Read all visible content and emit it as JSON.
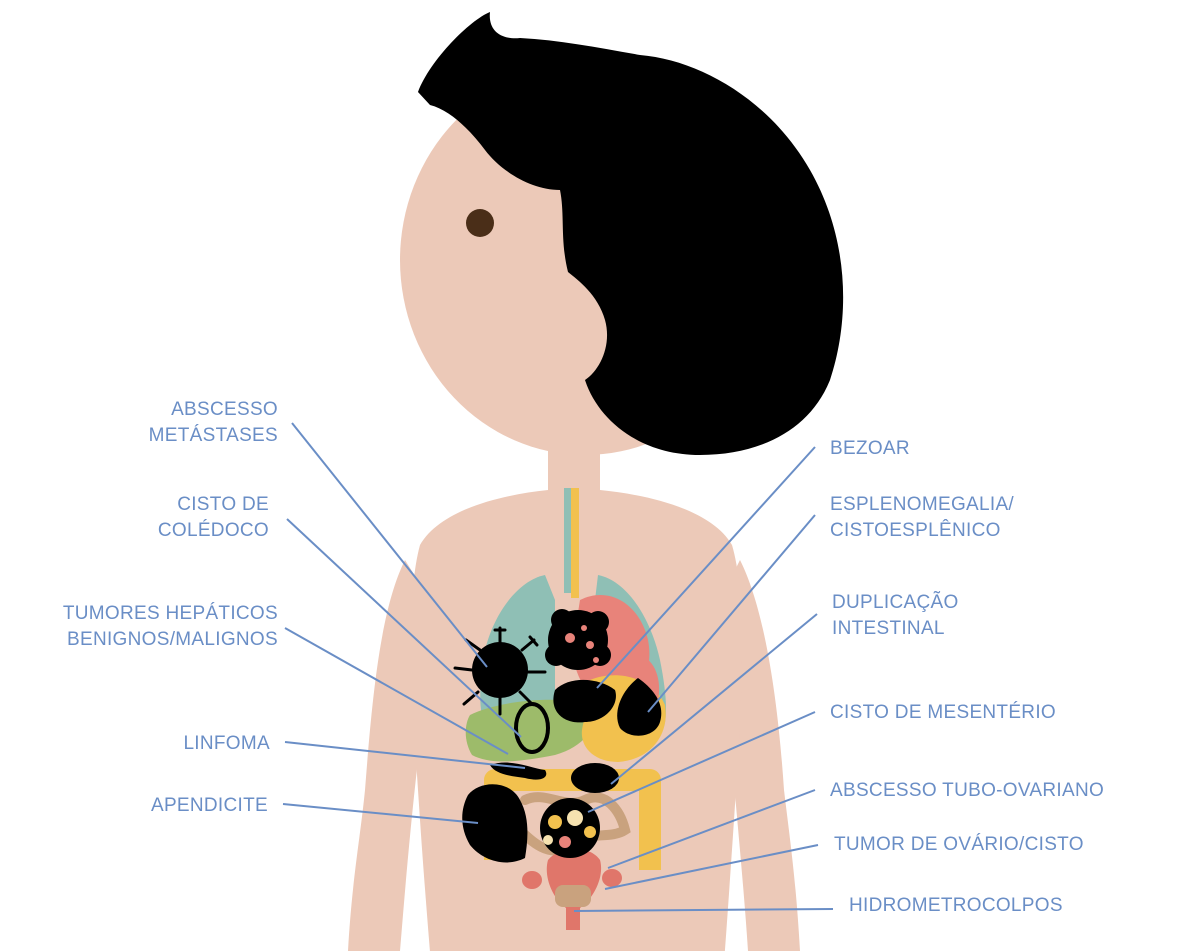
{
  "left_labels": {
    "abscesso": {
      "line1": "ABSCESSO",
      "line2": "METÁSTASES"
    },
    "colEdoco": {
      "line1": "CISTO DE",
      "line2": "COLÉDOCO"
    },
    "tumores": {
      "line1": "TUMORES HEPÁTICOS",
      "line2": "BENIGNOS/MALIGNOS"
    },
    "linfoma": "LINFOMA",
    "apendicite": "APENDICITE"
  },
  "right_labels": {
    "bezoar": "BEZOAR",
    "esplen": {
      "line1": "ESPLENOMEGALIA/",
      "line2": "CISTOESPLÊNICO"
    },
    "duplic": {
      "line1": "DUPLICAÇÃO",
      "line2": "INTESTINAL"
    },
    "mesent": "CISTO DE MESENTÉRIO",
    "tubo": "ABSCESSO TUBO-OVARIANO",
    "ovario": "TUMOR DE OVÁRIO/CISTO",
    "hidro": "HIDROMETROCOLPOS"
  },
  "colors": {
    "label": "#6a8ec6",
    "leader_line": "#6a8ec6",
    "skin": "#ecc9b8",
    "hair": "#000000",
    "lungs": "#8fbfb5",
    "heart": "#e8837a",
    "liver": "#9dbb6a",
    "stomach": "#f2c14e",
    "intestine": "#f2c14e",
    "colon_inner": "#c9a27e",
    "uterus": "#e0766a"
  }
}
